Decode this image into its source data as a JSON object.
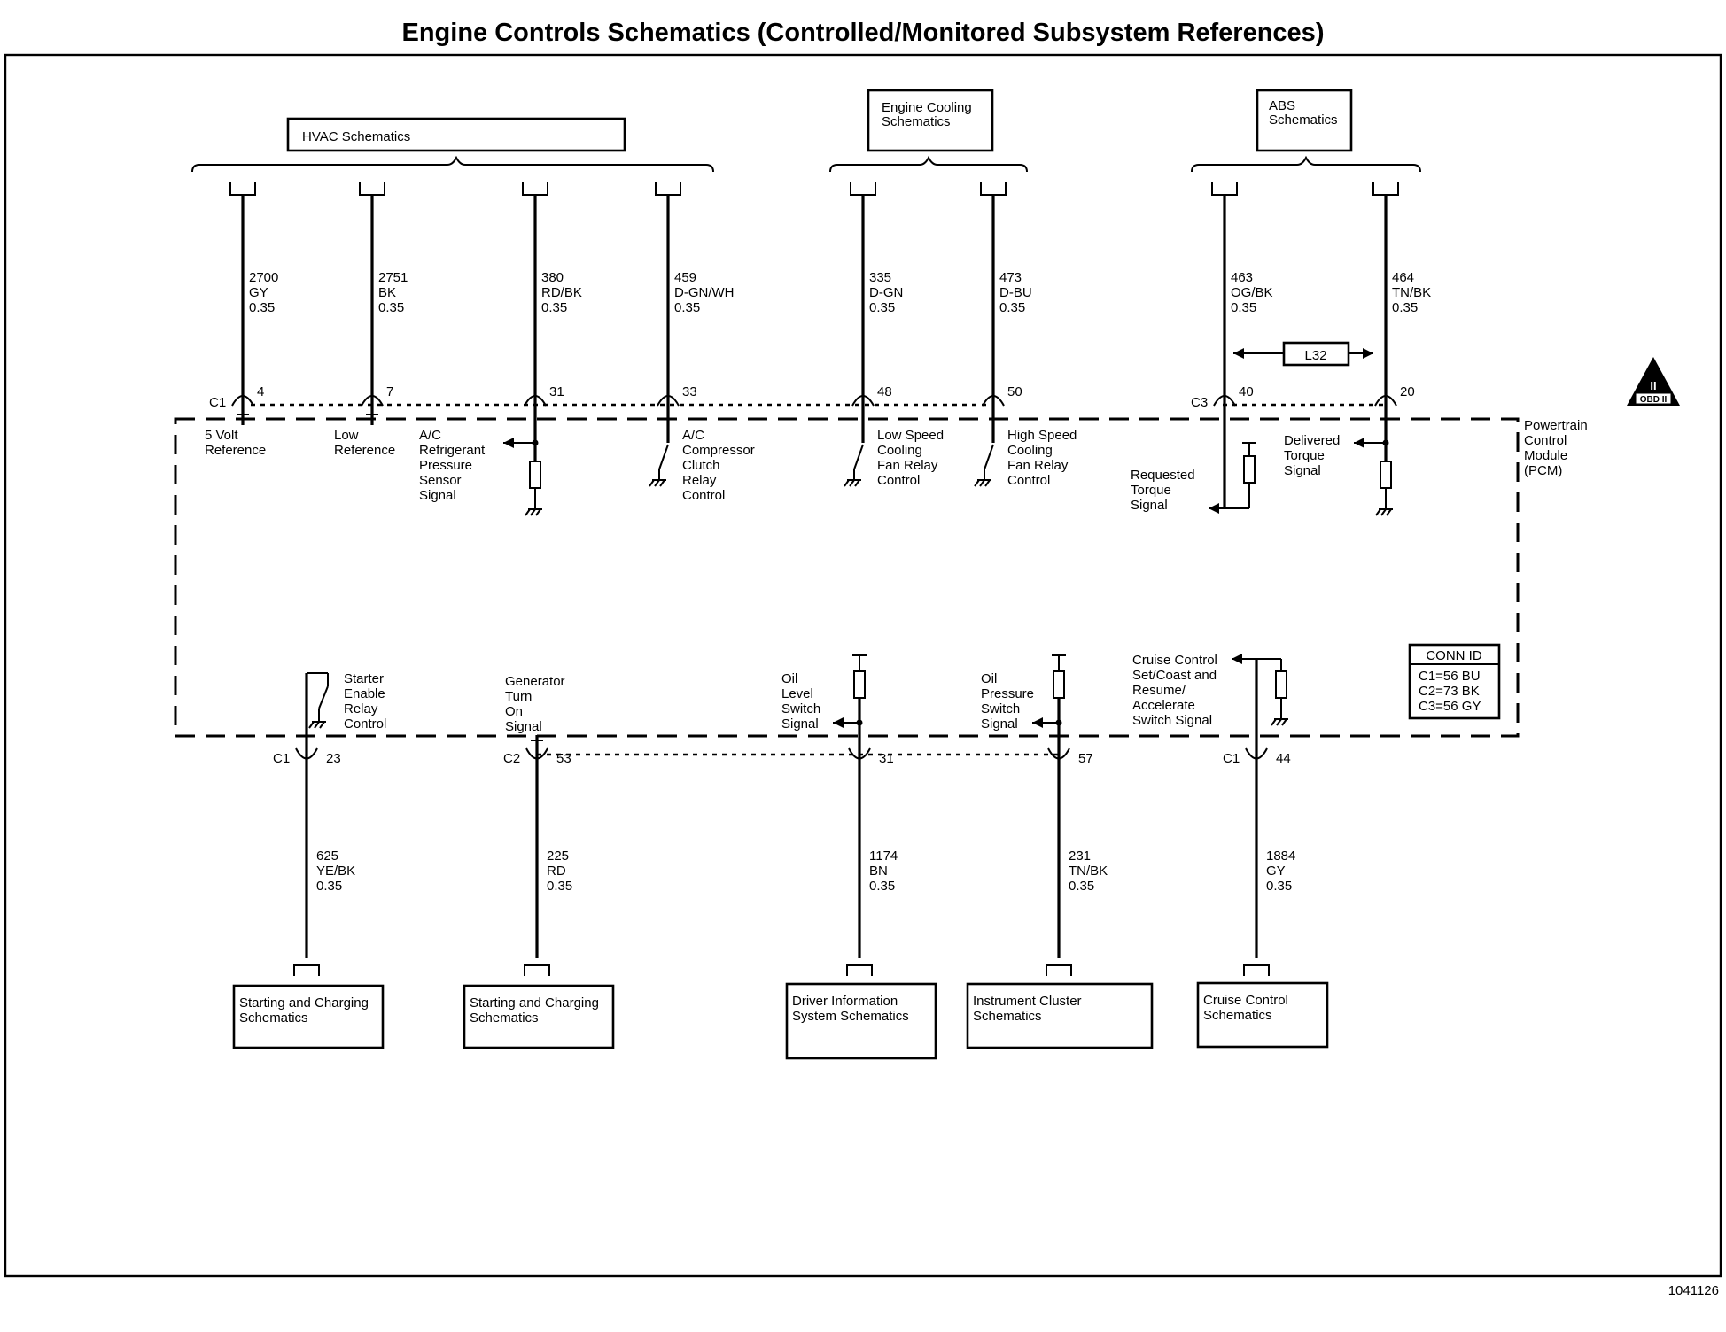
{
  "title": "Engine Controls Schematics (Controlled/Monitored Subsystem References)",
  "figure_id": "1041126",
  "obd_badge": {
    "top": "II",
    "bottom": "OBD II"
  },
  "pcm_label": [
    "Powertrain",
    "Control",
    "Module",
    "(PCM)"
  ],
  "conn_id": {
    "header": "CONN ID",
    "lines": [
      "C1=56 BU",
      "C2=73 BK",
      "C3=56 GY"
    ]
  },
  "top_references": {
    "hvac": [
      "HVAC Schematics"
    ],
    "engine_cooling": [
      "Engine Cooling",
      "Schematics"
    ],
    "abs": [
      "ABS",
      "Schematics"
    ]
  },
  "l32_label": "L32",
  "top_wires": [
    {
      "circuit": "2700",
      "color": "GY",
      "gauge": "0.35",
      "connector": "C1",
      "pin": "4",
      "function": [
        "5 Volt",
        "Reference"
      ]
    },
    {
      "circuit": "2751",
      "color": "BK",
      "gauge": "0.35",
      "connector": "",
      "pin": "7",
      "function": [
        "Low",
        "Reference"
      ]
    },
    {
      "circuit": "380",
      "color": "RD/BK",
      "gauge": "0.35",
      "connector": "",
      "pin": "31",
      "function": [
        "A/C",
        "Refrigerant",
        "Pressure",
        "Sensor",
        "Signal"
      ]
    },
    {
      "circuit": "459",
      "color": "D-GN/WH",
      "gauge": "0.35",
      "connector": "",
      "pin": "33",
      "function": [
        "A/C",
        "Compressor",
        "Clutch",
        "Relay",
        "Control"
      ]
    },
    {
      "circuit": "335",
      "color": "D-GN",
      "gauge": "0.35",
      "connector": "",
      "pin": "48",
      "function": [
        "Low Speed",
        "Cooling",
        "Fan Relay",
        "Control"
      ]
    },
    {
      "circuit": "473",
      "color": "D-BU",
      "gauge": "0.35",
      "connector": "",
      "pin": "50",
      "function": [
        "High Speed",
        "Cooling",
        "Fan Relay",
        "Control"
      ]
    },
    {
      "circuit": "463",
      "color": "OG/BK",
      "gauge": "0.35",
      "connector": "C3",
      "pin": "40",
      "function": [
        "Requested",
        "Torque",
        "Signal"
      ]
    },
    {
      "circuit": "464",
      "color": "TN/BK",
      "gauge": "0.35",
      "connector": "",
      "pin": "20",
      "function": [
        "Delivered",
        "Torque",
        "Signal"
      ]
    }
  ],
  "bottom_wires": [
    {
      "circuit": "625",
      "color": "YE/BK",
      "gauge": "0.35",
      "connector": "C1",
      "pin": "23",
      "function": [
        "Starter",
        "Enable",
        "Relay",
        "Control"
      ],
      "destination": [
        "Starting and Charging",
        "Schematics"
      ]
    },
    {
      "circuit": "225",
      "color": "RD",
      "gauge": "0.35",
      "connector": "C2",
      "pin": "53",
      "function": [
        "Generator",
        "Turn",
        "On",
        "Signal"
      ],
      "destination": [
        "Starting and Charging",
        "Schematics"
      ]
    },
    {
      "circuit": "1174",
      "color": "BN",
      "gauge": "0.35",
      "connector": "",
      "pin": "31",
      "function": [
        "Oil",
        "Level",
        "Switch",
        "Signal"
      ],
      "destination": [
        "Driver Information",
        "System Schematics"
      ]
    },
    {
      "circuit": "231",
      "color": "TN/BK",
      "gauge": "0.35",
      "connector": "",
      "pin": "57",
      "function": [
        "Oil",
        "Pressure",
        "Switch",
        "Signal"
      ],
      "destination": [
        "Instrument Cluster",
        "Schematics"
      ]
    },
    {
      "circuit": "1884",
      "color": "GY",
      "gauge": "0.35",
      "connector": "C1",
      "pin": "44",
      "function": [
        "Cruise Control",
        "Set/Coast and",
        "Resume/",
        "Accelerate",
        "Switch Signal"
      ],
      "destination": [
        "Cruise Control",
        "Schematics"
      ]
    }
  ]
}
